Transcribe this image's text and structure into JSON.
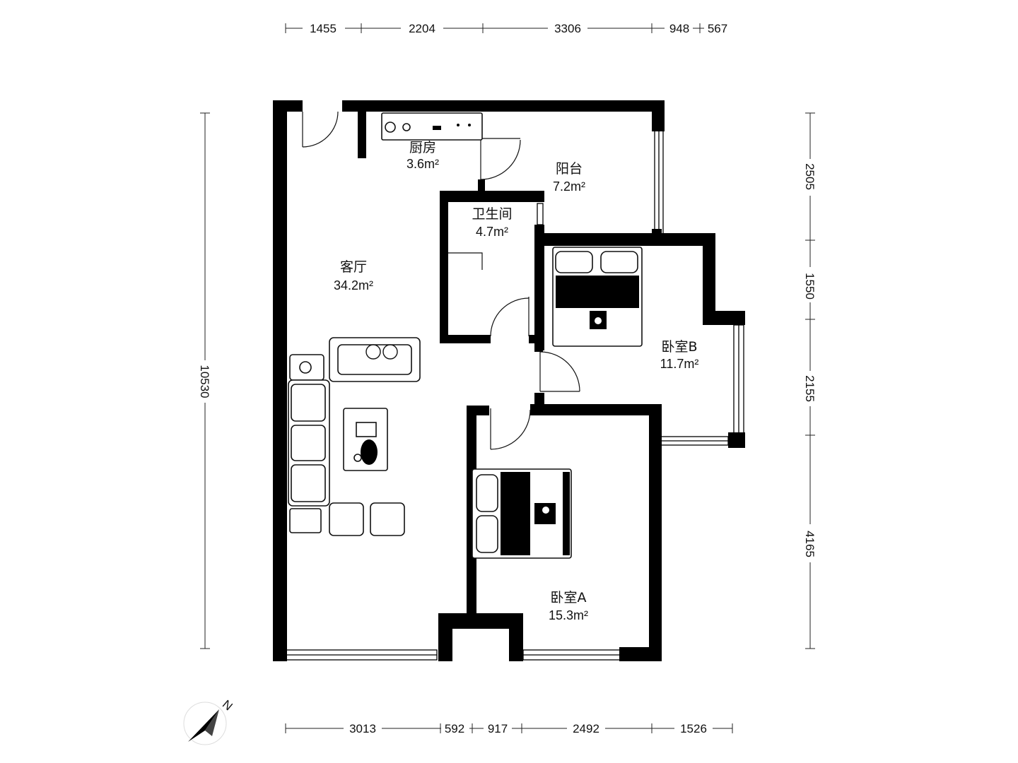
{
  "rooms": {
    "kitchen": {
      "name": "厨房",
      "area": "3.6m²"
    },
    "balcony": {
      "name": "阳台",
      "area": "7.2m²"
    },
    "bathroom": {
      "name": "卫生间",
      "area": "4.7m²"
    },
    "living": {
      "name": "客厅",
      "area": "34.2m²"
    },
    "bedroom_b": {
      "name": "卧室B",
      "area": "11.7m²"
    },
    "bedroom_a": {
      "name": "卧室A",
      "area": "15.3m²"
    }
  },
  "dimensions": {
    "top": [
      "1455",
      "2204",
      "3306",
      "948",
      "567"
    ],
    "bottom": [
      "3013",
      "592",
      "917",
      "2492",
      "1526"
    ],
    "left": [
      "10530"
    ],
    "right": [
      "2505",
      "1550",
      "2155",
      "4165"
    ]
  },
  "compass": {
    "label": "N",
    "icon": "north-arrow-icon"
  }
}
